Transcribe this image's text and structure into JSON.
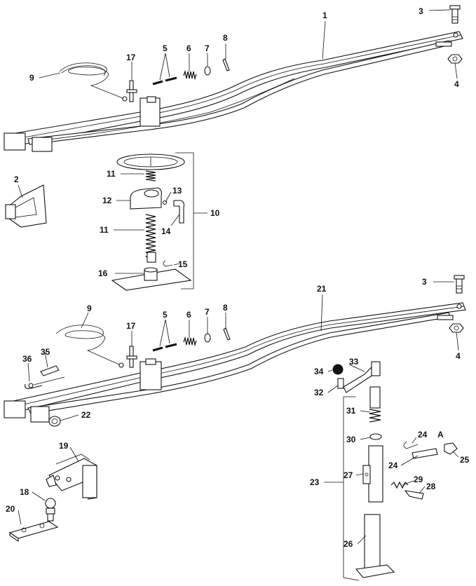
{
  "callouts": [
    {
      "id": "c1",
      "text": "1"
    },
    {
      "id": "c2",
      "text": "2"
    },
    {
      "id": "c3a",
      "text": "3"
    },
    {
      "id": "c4a",
      "text": "4"
    },
    {
      "id": "c5a",
      "text": "5"
    },
    {
      "id": "c6a",
      "text": "6"
    },
    {
      "id": "c7a",
      "text": "7"
    },
    {
      "id": "c8a",
      "text": "8"
    },
    {
      "id": "c9a",
      "text": "9"
    },
    {
      "id": "c10",
      "text": "10"
    },
    {
      "id": "c11a",
      "text": "11"
    },
    {
      "id": "c11b",
      "text": "11"
    },
    {
      "id": "c12",
      "text": "12"
    },
    {
      "id": "c13",
      "text": "13"
    },
    {
      "id": "c14",
      "text": "14"
    },
    {
      "id": "c15",
      "text": "15"
    },
    {
      "id": "c16",
      "text": "16"
    },
    {
      "id": "c17a",
      "text": "17"
    },
    {
      "id": "c3b",
      "text": "3"
    },
    {
      "id": "c4b",
      "text": "4"
    },
    {
      "id": "c5b",
      "text": "5"
    },
    {
      "id": "c6b",
      "text": "6"
    },
    {
      "id": "c7b",
      "text": "7"
    },
    {
      "id": "c8b",
      "text": "8"
    },
    {
      "id": "c9b",
      "text": "9"
    },
    {
      "id": "c17b",
      "text": "17"
    },
    {
      "id": "c18",
      "text": "18"
    },
    {
      "id": "c19",
      "text": "19"
    },
    {
      "id": "c20",
      "text": "20"
    },
    {
      "id": "c21",
      "text": "21"
    },
    {
      "id": "c22",
      "text": "22"
    },
    {
      "id": "c23",
      "text": "23"
    },
    {
      "id": "c24a",
      "text": "24"
    },
    {
      "id": "cA",
      "text": "A"
    },
    {
      "id": "c24b",
      "text": "24"
    },
    {
      "id": "c25",
      "text": "25"
    },
    {
      "id": "c26",
      "text": "26"
    },
    {
      "id": "c27",
      "text": "27"
    },
    {
      "id": "c28",
      "text": "28"
    },
    {
      "id": "c29",
      "text": "29"
    },
    {
      "id": "c30",
      "text": "30"
    },
    {
      "id": "c31",
      "text": "31"
    },
    {
      "id": "c32",
      "text": "32"
    },
    {
      "id": "c33",
      "text": "33"
    },
    {
      "id": "c34",
      "text": "34"
    },
    {
      "id": "c35",
      "text": "35"
    },
    {
      "id": "c36",
      "text": "36"
    }
  ]
}
